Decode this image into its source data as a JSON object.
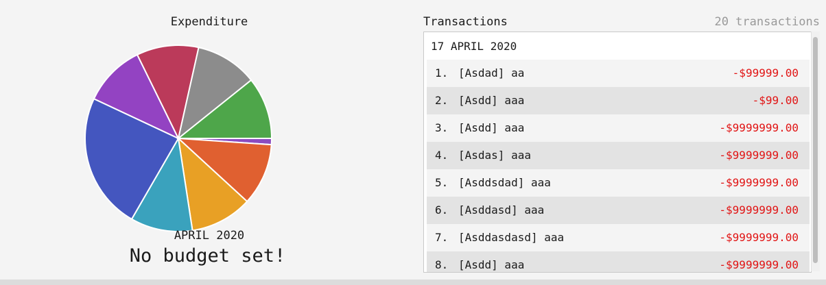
{
  "expenditure": {
    "title": "Expenditure",
    "month": "APRIL 2020",
    "budget_status": "No budget set!"
  },
  "chart_data": {
    "type": "pie",
    "title": "Expenditure",
    "slices": [
      {
        "value": 1,
        "color": "#8c4cc0"
      },
      {
        "value": 10,
        "color": "#e06030"
      },
      {
        "value": 10,
        "color": "#e8a025"
      },
      {
        "value": 10,
        "color": "#3aa2bd"
      },
      {
        "value": 22,
        "color": "#4456bf"
      },
      {
        "value": 10,
        "color": "#9343c2"
      },
      {
        "value": 10,
        "color": "#bb3a5a"
      },
      {
        "value": 10,
        "color": "#8c8c8c"
      },
      {
        "value": 10,
        "color": "#4ea64a"
      }
    ]
  },
  "transactions": {
    "title": "Transactions",
    "count_label": "20 transactions",
    "date_header": "17 APRIL 2020",
    "rows": [
      {
        "index": "1.",
        "desc": "[Asdad] aa",
        "amount": "-$99999.00"
      },
      {
        "index": "2.",
        "desc": "[Asdd] aaa",
        "amount": "-$99.00"
      },
      {
        "index": "3.",
        "desc": "[Asdd] aaa",
        "amount": "-$9999999.00"
      },
      {
        "index": "4.",
        "desc": "[Asdas] aaa",
        "amount": "-$9999999.00"
      },
      {
        "index": "5.",
        "desc": "[Asddsdad] aaa",
        "amount": "-$9999999.00"
      },
      {
        "index": "6.",
        "desc": "[Asddasd] aaa",
        "amount": "-$9999999.00"
      },
      {
        "index": "7.",
        "desc": "[Asddasdasd] aaa",
        "amount": "-$9999999.00"
      },
      {
        "index": "8.",
        "desc": "[Asdd] aaa",
        "amount": "-$9999999.00"
      }
    ]
  }
}
